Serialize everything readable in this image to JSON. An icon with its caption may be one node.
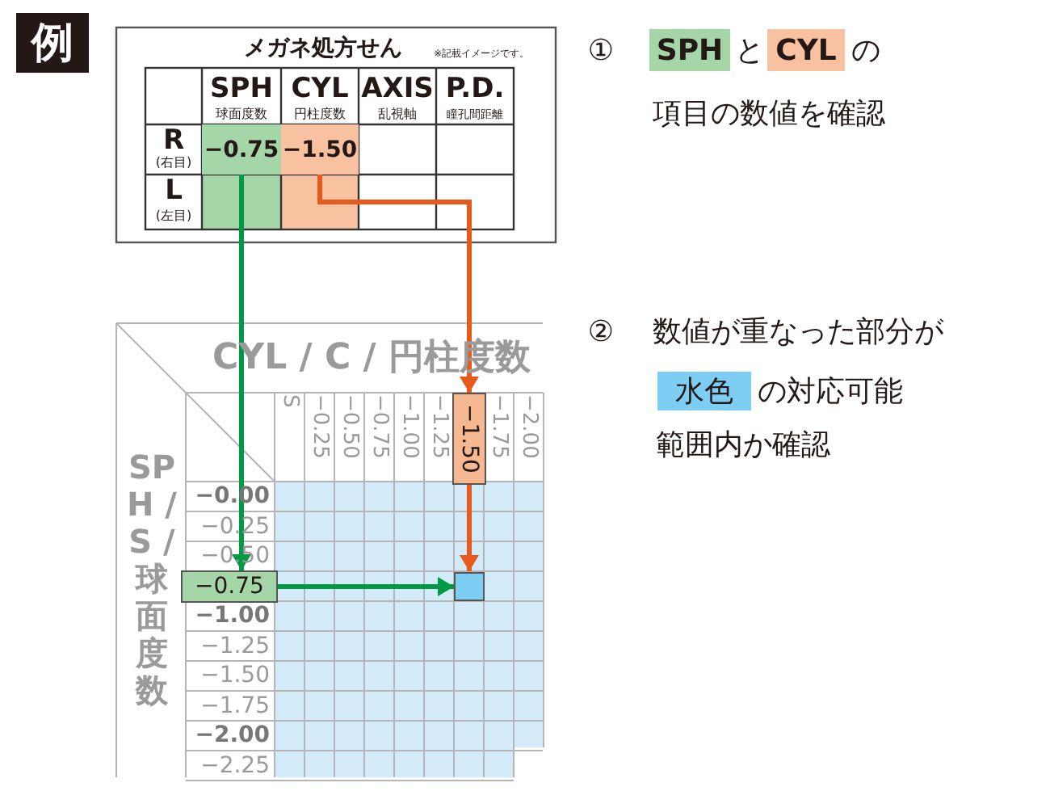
{
  "diagram": {
    "nodes": [
      {
        "text": [
          "−0.75"
        ]
      },
      {
        "text": [
          "−1.50"
        ]
      },
      {
        "text": [
          "−1.50"
        ]
      },
      {
        "text": [
          "−0.75"
        ]
      },
      {
        "text": [],
        "shape": "box"
      }
    ],
    "edges": [
      {
        "from": 0,
        "to": 3,
        "arrow": "to",
        "color": "#009944"
      },
      {
        "from": 1,
        "to": 2,
        "arrow": "to",
        "color": "#e8591c"
      },
      {
        "from": 3,
        "to": 4,
        "arrow": "to",
        "color": "#009944"
      },
      {
        "from": 2,
        "to": 4,
        "arrow": "to",
        "color": "#e8591c"
      }
    ],
    "labels": [
      "例",
      "メガネ処方せん",
      "※記載イメージです。",
      "SPH",
      "球面度数",
      "CYL",
      "円柱度数",
      "AXIS",
      "乱視軸",
      "P.D.",
      "瞳孔間距離",
      "R",
      "(右目)",
      "L",
      "(左目)",
      "CYL / C / 円柱度数",
      "SPH / S / 球面度数",
      "S",
      "−0.25",
      "−0.50",
      "−0.75",
      "−1.00",
      "−1.25",
      "−1.75",
      "−2.00",
      "−0.00",
      "−0.25",
      "−0.50",
      "−1.00",
      "−1.25",
      "−1.50",
      "−1.75",
      "−2.00",
      "−2.25",
      "①",
      "SPH",
      "と",
      "CYL",
      "の",
      "項目の数値を確認",
      "②",
      "数値が重なった部分が",
      "水色",
      "の対応可能",
      "範囲内か確認"
    ]
  }
}
